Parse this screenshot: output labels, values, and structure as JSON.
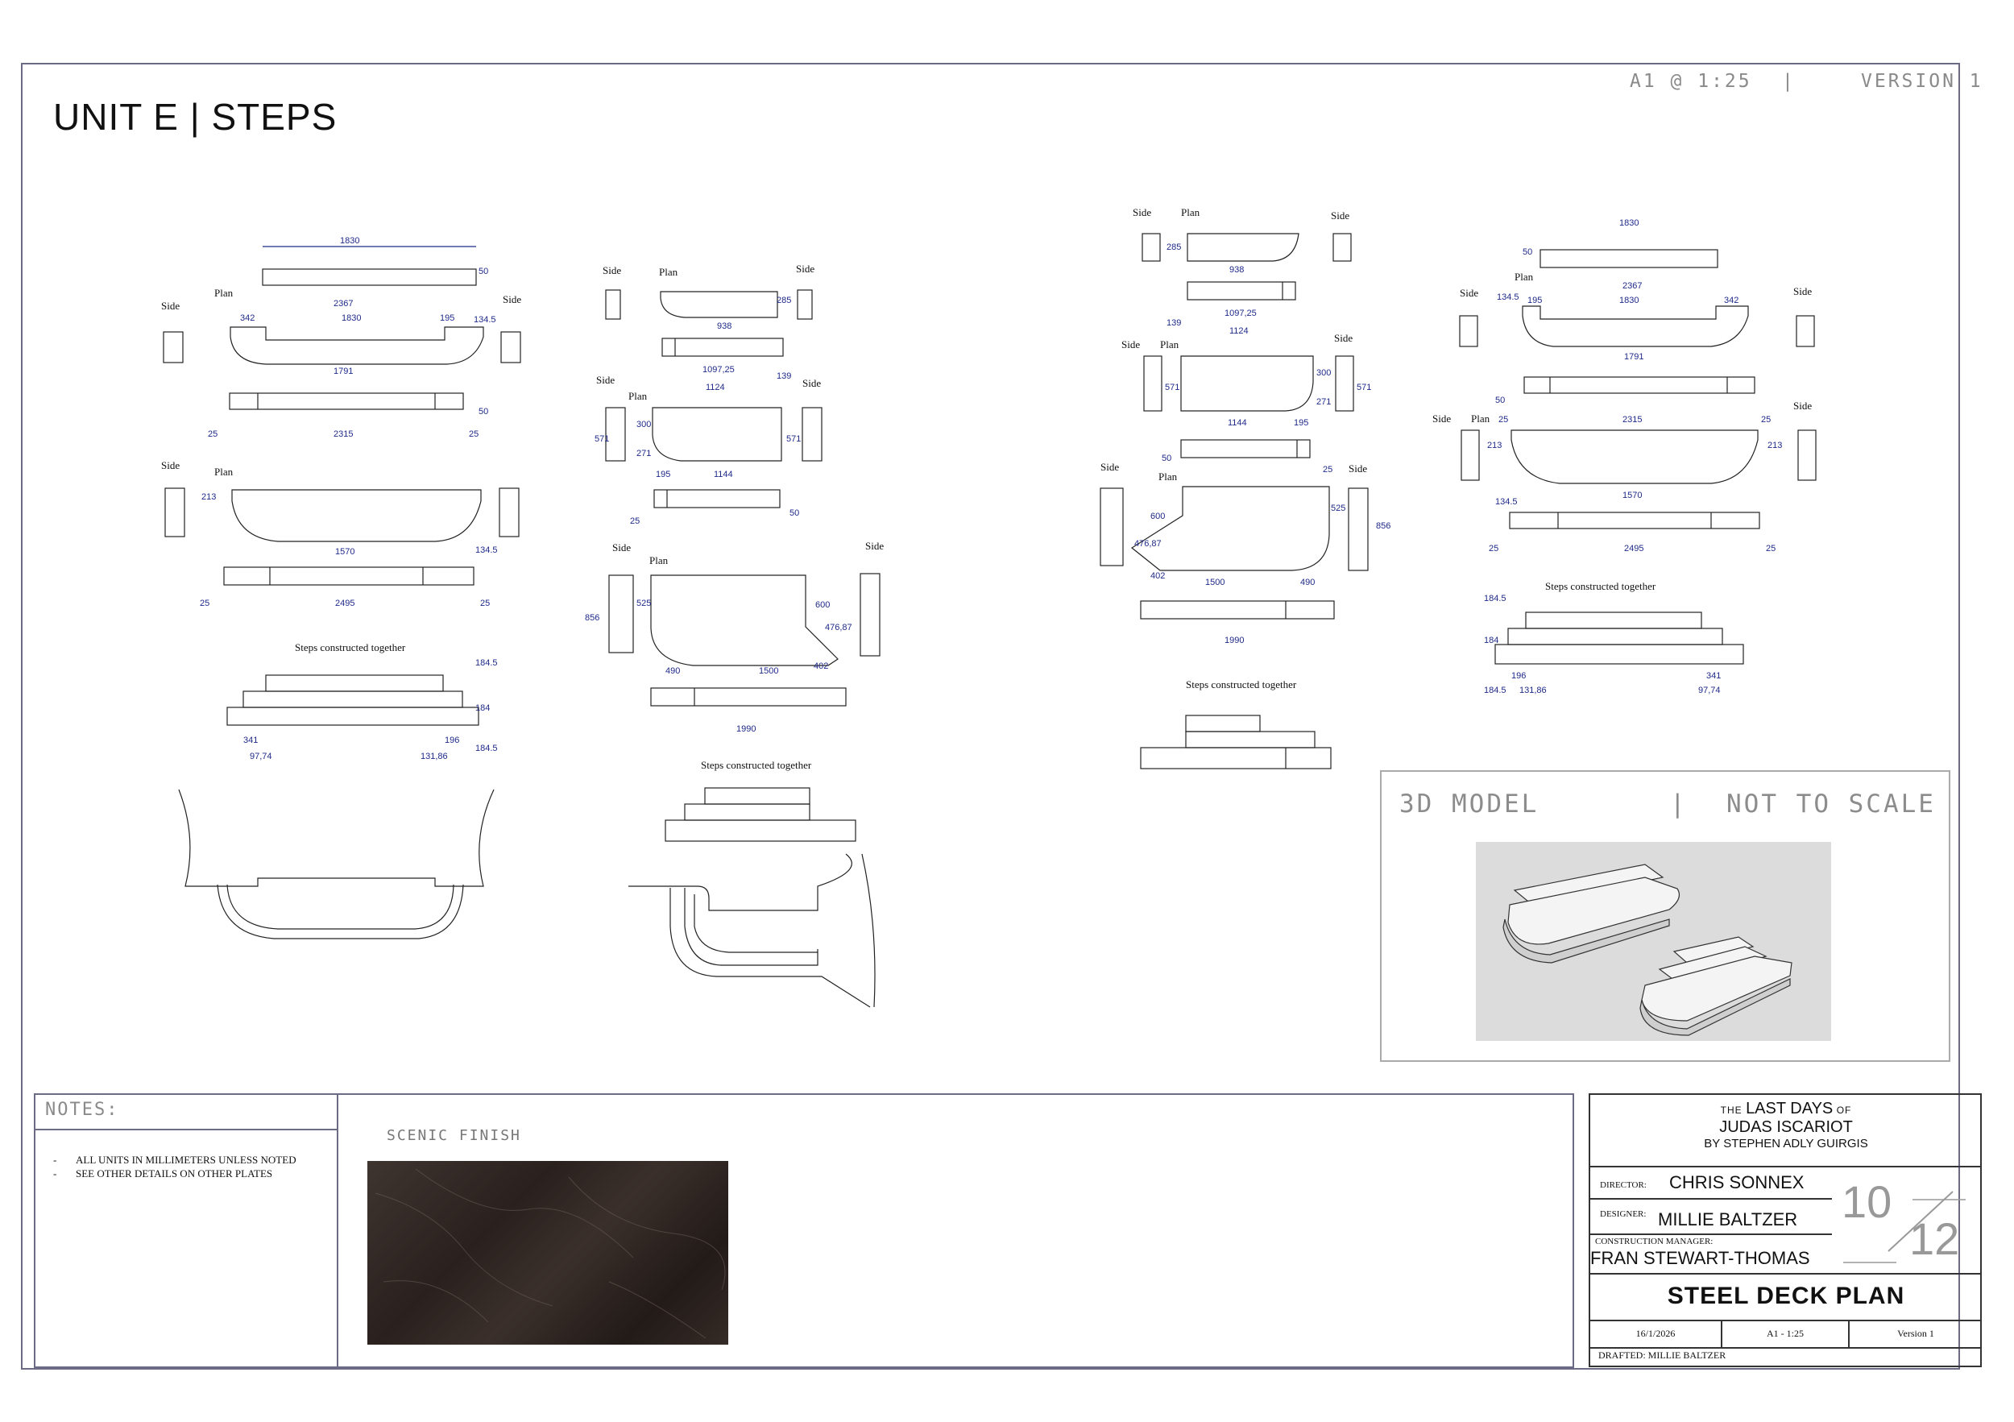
{
  "sheet": {
    "title": "UNIT E | STEPS",
    "scale": "A1 @ 1:25",
    "separator": "|",
    "version": "VERSION 1"
  },
  "labels": {
    "plan": "Plan",
    "side": "Side",
    "steps_together": "Steps constructed together"
  },
  "dims": {
    "g1_top": "1830",
    "g1_top_h": "50",
    "g1_a": "2367",
    "g1_b": "1830",
    "g1_c": "342",
    "g1_d": "195",
    "g1_e": "134.5",
    "g1_f": "1791",
    "g1_g": "25",
    "g1_h": "2315",
    "g1_i": "25",
    "g1_j": "50",
    "g1_k": "213",
    "g1_l": "1570",
    "g1_m": "134.5",
    "g1_n": "25",
    "g1_o": "2495",
    "g1_p": "25",
    "g1_q": "184.5",
    "g1_r": "184",
    "g1_s": "341",
    "g1_t": "196",
    "g1_u": "184.5",
    "g1_v": "97,74",
    "g1_w": "131,86",
    "g2_a": "938",
    "g2_b": "285",
    "g2_c": "1097,25",
    "g2_d": "1124",
    "g2_e": "139",
    "g2_f": "571",
    "g2_g": "300",
    "g2_h": "271",
    "g2_i": "571",
    "g2_j": "195",
    "g2_k": "1144",
    "g2_l": "25",
    "g2_m": "50",
    "g2_n": "856",
    "g2_o": "525",
    "g2_p": "600",
    "g2_q": "476,87",
    "g2_r": "490",
    "g2_s": "1500",
    "g2_t": "402",
    "g2_u": "1990",
    "g3_a": "285",
    "g3_b": "938",
    "g3_c": "1097,25",
    "g3_d": "1124",
    "g3_e": "139",
    "g3_f": "571",
    "g3_g": "300",
    "g3_h": "271",
    "g3_i": "571",
    "g3_j": "1144",
    "g3_k": "195",
    "g3_l": "50",
    "g3_m": "25",
    "g3_n": "600",
    "g3_o": "476,87",
    "g3_p": "525",
    "g3_q": "856",
    "g3_r": "402",
    "g3_s": "1500",
    "g3_t": "490",
    "g3_u": "1990",
    "g4_top": "1830",
    "g4_top_h": "50",
    "g4_a": "2367",
    "g4_b": "195",
    "g4_c": "1830",
    "g4_d": "342",
    "g4_e": "134.5",
    "g4_f": "1791",
    "g4_g": "50",
    "g4_h": "25",
    "g4_i": "2315",
    "g4_j": "25",
    "g4_k": "213",
    "g4_l": "213",
    "g4_m": "1570",
    "g4_n": "134.5",
    "g4_o": "25",
    "g4_p": "2495",
    "g4_q": "25",
    "g4_r": "184.5",
    "g4_s": "184",
    "g4_t": "196",
    "g4_u": "341",
    "g4_v": "184.5",
    "g4_w": "131,86",
    "g4_x": "97,74"
  },
  "model": {
    "label": "3D MODEL",
    "separator": "|",
    "scale_note": "NOT TO SCALE"
  },
  "notes": {
    "heading": "NOTES:",
    "items": [
      "ALL UNITS IN MILLIMETERS UNLESS NOTED",
      "SEE OTHER DETAILS ON OTHER PLATES"
    ]
  },
  "finish": {
    "label": "SCENIC FINISH"
  },
  "title_block": {
    "play_the": "THE",
    "play_name": "LAST DAYS",
    "play_of": "OF",
    "play_line2": "JUDAS ISCARIOT",
    "play_line3": "BY STEPHEN ADLY GUIRGIS",
    "director_role": "DIRECTOR:",
    "director_name": "CHRIS SONNEX",
    "designer_role": "DESIGNER:",
    "designer_name": "MILLIE BALTZER",
    "cm_role": "CONSTRUCTION MANAGER:",
    "cm_name": "FRAN STEWART-THOMAS",
    "sheet_num": "10",
    "sheet_total": "12",
    "plan_title": "STEEL DECK PLAN",
    "date": "16/1/2026",
    "paper_scale": "A1 - 1:25",
    "version": "Version 1",
    "drafted": "DRAFTED: MILLIE BALTZER"
  }
}
